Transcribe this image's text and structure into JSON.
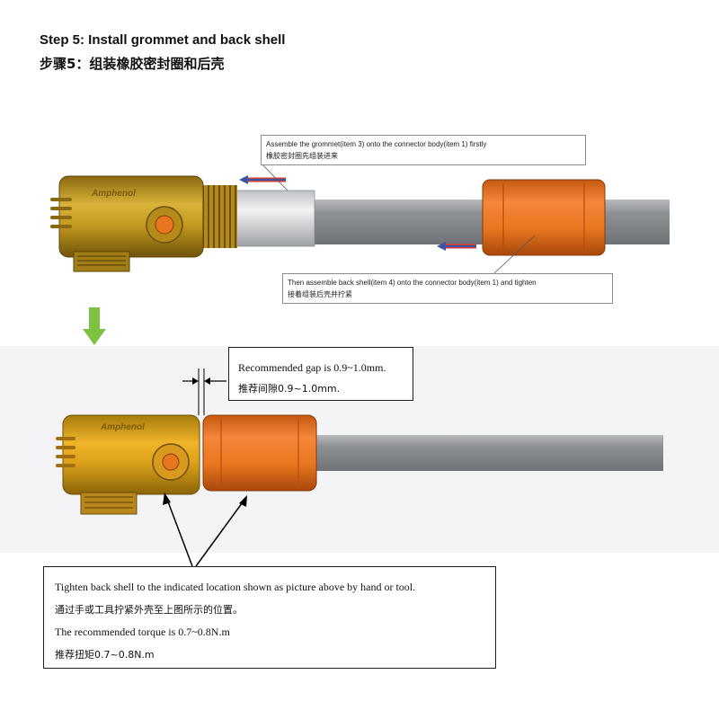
{
  "step_title_en": "Step 5: Install grommet and back shell",
  "step_title_cn": "步骤5：组装橡胶密封圈和后壳",
  "brand": "Amphenol",
  "callout_grommet": {
    "line_en": "Assemble the grommet(item 3) onto the connector body(item 1) firstly",
    "line_cn": "橡胶密封圈先组装进来"
  },
  "callout_backshell": {
    "line_en": "Then assemble back shell(item 4) onto the connector body(item 1) and tighten",
    "line_cn": "接着组装后壳并拧紧"
  },
  "callout_gap": {
    "line_en": "Recommended gap is 0.9~1.0mm.",
    "line_cn": "推荐间隙0.9~1.0mm."
  },
  "callout_tighten": {
    "line1": "Tighten back shell to the indicated location shown as picture above by hand or tool.",
    "line2": "通过手或工具拧紧外壳至上图所示的位置。",
    "line3": "The recommended torque is 0.7~0.8N.m",
    "line4": "推荐扭矩0.7~0.8N.m"
  },
  "colors": {
    "brass": "#c9a227",
    "orange": "#e8761f",
    "cable_gray": "#8f9296",
    "arrow_green": "#7ec242",
    "arrow_blue": "#3a55a4",
    "arrow_red": "#d23a3a"
  }
}
